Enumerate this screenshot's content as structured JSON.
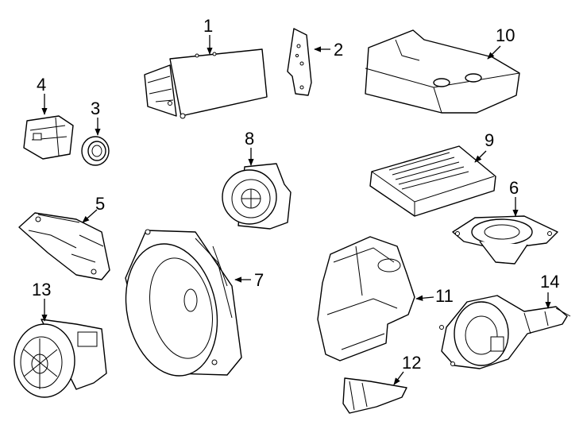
{
  "callouts": [
    {
      "id": "c1",
      "label": "1"
    },
    {
      "id": "c2",
      "label": "2"
    },
    {
      "id": "c3",
      "label": "3"
    },
    {
      "id": "c4",
      "label": "4"
    },
    {
      "id": "c5",
      "label": "5"
    },
    {
      "id": "c6",
      "label": "6"
    },
    {
      "id": "c7",
      "label": "7"
    },
    {
      "id": "c8",
      "label": "8"
    },
    {
      "id": "c9",
      "label": "9"
    },
    {
      "id": "c10",
      "label": "10"
    },
    {
      "id": "c11",
      "label": "11"
    },
    {
      "id": "c12",
      "label": "12"
    },
    {
      "id": "c13",
      "label": "13"
    },
    {
      "id": "c14",
      "label": "14"
    }
  ],
  "colors": {
    "line": "#000000",
    "background": "#ffffff"
  }
}
